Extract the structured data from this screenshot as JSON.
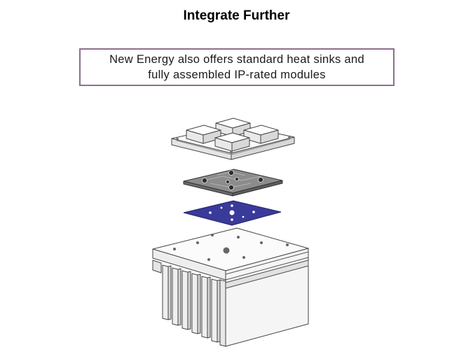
{
  "slide": {
    "title": "Integrate Further",
    "callout": {
      "line1": "New Energy also offers standard heat sinks and",
      "line2": "fully assembled IP-rated modules"
    }
  },
  "illustration": {
    "parts": [
      "optic-lens-array",
      "led-circuit-board",
      "thermal-pad",
      "heat-sink"
    ],
    "colors": {
      "thermal_pad": "#3a3a9a",
      "outline": "#444444",
      "board": "#8c8c8c",
      "callout_border": "#8e6f8e"
    }
  }
}
